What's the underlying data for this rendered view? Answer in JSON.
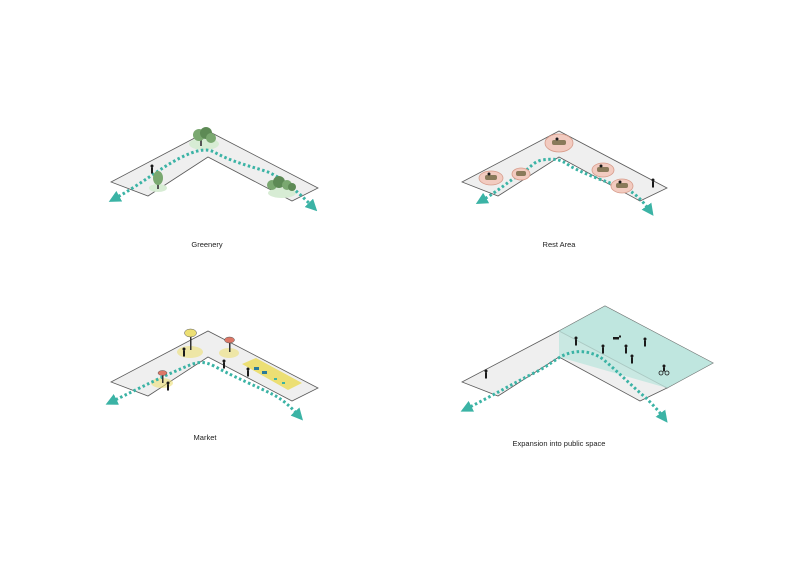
{
  "palette": {
    "path": "#3bb3a5",
    "floor": "#efefef",
    "floor_stroke": "#5a5a5a",
    "tree": "#7aa870",
    "tree_dark": "#5d8a55",
    "green_disc": "#d7ecd4",
    "rest_disc": "#f2cbc0",
    "rest_stroke": "#d79b8a",
    "market_yellow": "#ecdf74",
    "market_red": "#dd7766",
    "public_space": "#bfe6de",
    "person": "#1a1a1a"
  },
  "panels": [
    {
      "id": "greenery",
      "caption": "Greenery"
    },
    {
      "id": "rest-area",
      "caption": "Rest Area"
    },
    {
      "id": "market",
      "caption": "Market"
    },
    {
      "id": "expansion",
      "caption": "Expansion into public space"
    }
  ]
}
